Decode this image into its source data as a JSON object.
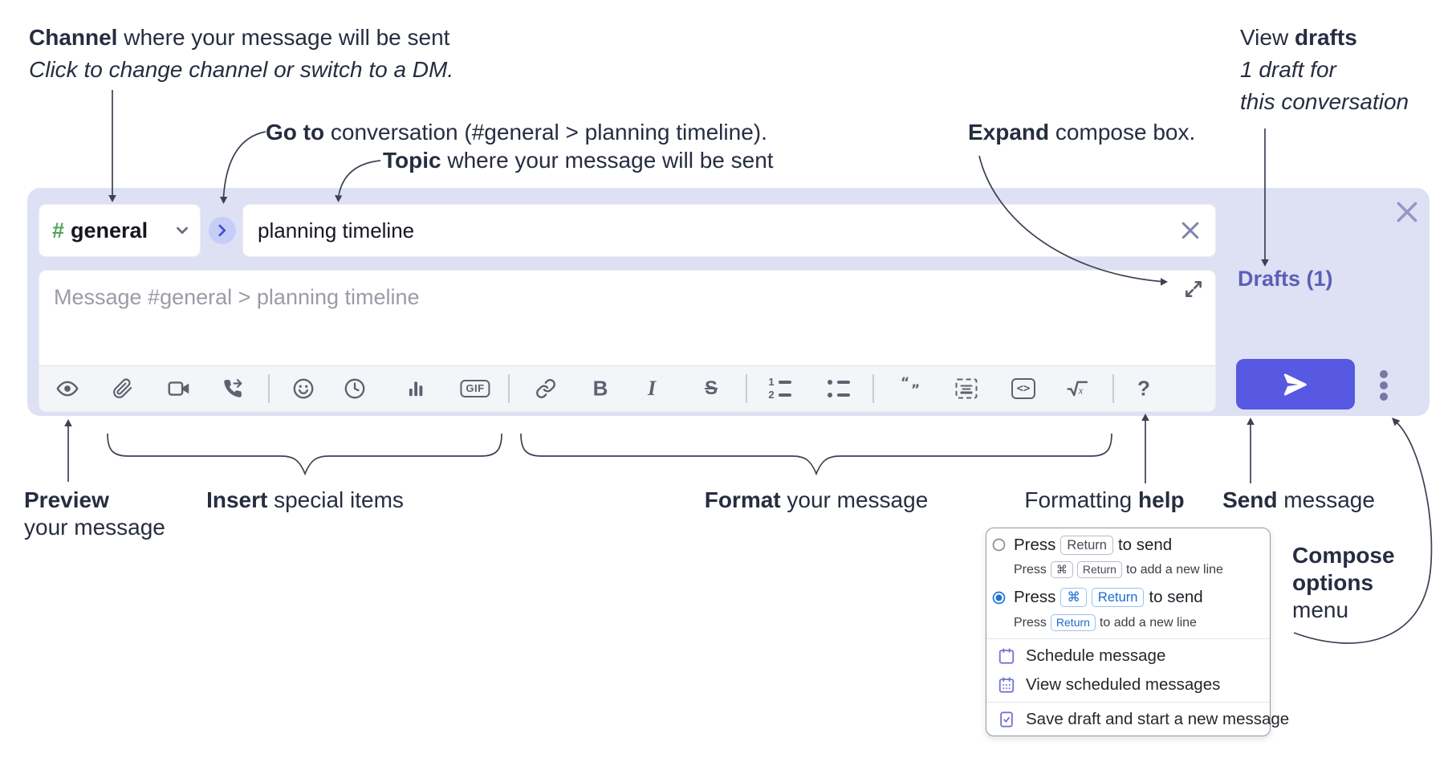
{
  "annotations": {
    "channel": {
      "bold": "Channel",
      "rest": " where your message will be sent",
      "line2": "Click to change channel or switch to a DM."
    },
    "goto": {
      "bold": "Go to",
      "rest": " conversation (#general > planning timeline)."
    },
    "topic": {
      "bold": "Topic",
      "rest": " where your message will be sent"
    },
    "expand": {
      "bold": "Expand",
      "rest": " compose box."
    },
    "view_drafts": {
      "pre": "View ",
      "bold": "drafts",
      "line2": "1 draft for",
      "line3": "this conversation"
    },
    "preview": {
      "bold": "Preview",
      "line2": "your message"
    },
    "insert": {
      "bold": "Insert",
      "rest": " special items"
    },
    "format": {
      "bold": "Format",
      "rest": " your message"
    },
    "formatting_help": {
      "pre": "Formatting ",
      "bold": "help"
    },
    "send": {
      "bold": "Send",
      "rest": " message"
    },
    "compose_options": {
      "bold1": "Compose",
      "bold2": "options",
      "rest": "menu"
    }
  },
  "composer": {
    "channel": {
      "hash": "#",
      "name": "general"
    },
    "topic_value": "planning timeline",
    "message_placeholder": "Message #general > planning timeline",
    "drafts_label": "Drafts (1)",
    "toolbar": {
      "gif": "GIF",
      "bold": "B",
      "italic": "I",
      "strike": "S",
      "help": "?",
      "ol1": "1",
      "ol2": "2",
      "quote_open": "“",
      "quote_close": "”",
      "code": "<>",
      "sqrt_x": "x"
    }
  },
  "menu": {
    "option1": {
      "text": "Press",
      "key": "Return",
      "suffix": "to send",
      "sub_text": "Press",
      "sub_key1": "⌘",
      "sub_key2": "Return",
      "sub_suffix": "to add a new line"
    },
    "option2": {
      "text": "Press",
      "key1": "⌘",
      "key2": "Return",
      "suffix": "to send",
      "sub_text": "Press",
      "sub_key": "Return",
      "sub_suffix": "to add a new line"
    },
    "items": [
      {
        "label": "Schedule message"
      },
      {
        "label": "View scheduled messages"
      },
      {
        "label": "Save draft and start a new message"
      }
    ]
  },
  "colors": {
    "accent": "#5759e3",
    "channel_green": "#55a25d",
    "drafts_purple": "#5c5eb8",
    "radio_blue": "#1d73d3",
    "menu_icon_purple": "#7375d2",
    "compose_bg": "#dee1f3"
  }
}
